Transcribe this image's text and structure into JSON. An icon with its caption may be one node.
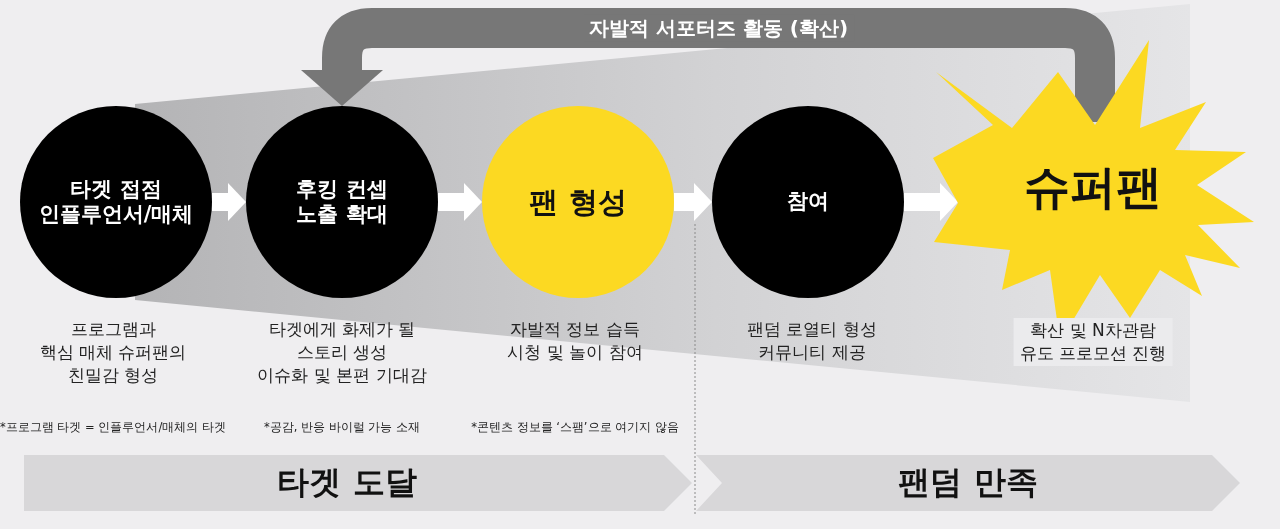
{
  "diagram": {
    "nodes": [
      {
        "text": [
          "타겟 접점 인플루언서/매체"
        ],
        "beside": [
          "프로그램과 핵심 매체 슈퍼팬의 친밀감 형성"
        ]
      },
      {
        "text": [
          "후킹 컨셉 노출 확대"
        ],
        "beside": [
          "타겟에게 화제가 될 스토리 생성 이슈화 및 본편 기대감"
        ]
      },
      {
        "text": [
          "팬 형성"
        ],
        "beside": [
          "자발적 정보 습득 시청 및 놀이 참여"
        ]
      },
      {
        "text": [
          "참여"
        ],
        "beside": [
          "팬덤 로열티 형성 커뮤니티 제공"
        ]
      },
      {
        "text": [
          "슈퍼팬"
        ],
        "beside": [
          "확산 및 N차관람 유도 프로모션 진행"
        ]
      },
      {
        "text": [
          "타겟 도달"
        ]
      },
      {
        "text": [
          "팬덤 만족"
        ]
      }
    ],
    "edges": [
      {
        "from": 0,
        "to": 1,
        "arrow": "to"
      },
      {
        "from": 1,
        "to": 2,
        "arrow": "to"
      },
      {
        "from": 2,
        "to": 3,
        "arrow": "to"
      },
      {
        "from": 3,
        "to": 4,
        "arrow": "to"
      },
      {
        "from": 4,
        "to": 1,
        "arrow": "to",
        "label": "자발적 서포터즈 활동 (확산)",
        "style": "thick",
        "color": "#777777"
      }
    ],
    "labels": [
      "*프로그램 타겟 = 인플루언서/매체의 타겟",
      "*공감, 반응 바이럴 가능 소재",
      "*콘텐츠 정보를 ‘스팸’으로 여기지 않음"
    ]
  }
}
